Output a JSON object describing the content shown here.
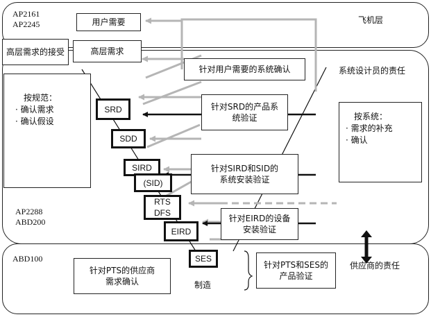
{
  "layers": {
    "aircraft": "飞机层",
    "system_designer": "系统设计员的责任",
    "supplier": "供应商的责任"
  },
  "standards": {
    "top": "AP2161\nAP2245",
    "middle": "AP2288\nABD200",
    "bottom": "ABD100"
  },
  "boxes": {
    "user_needs": "用户需要",
    "high_level_req": "高层需求",
    "high_level_accept": "高层需求的接受",
    "user_confirm": "针对用户需要的系统确认",
    "srd_verify": "针对SRD的产品系\n统验证",
    "sird_verify": "针对SIRD和SID的\n系统安装验证",
    "eird_verify": "针对EIRD的设备\n安装验证",
    "pts_confirm": "针对PTS的供应商\n需求确认",
    "pts_ses_verify": "针对PTS和SES的\n产品验证",
    "manufacture": "制造"
  },
  "documents": {
    "srd": "SRD",
    "sdd": "SDD",
    "sird": "SIRD",
    "sid": "(SID)",
    "rts_dfs": "RTS\nDFS",
    "eird": "EIRD",
    "ses": "SES"
  },
  "left_panel": {
    "title": "按规范：",
    "items": [
      "确认需求",
      "确认假设"
    ]
  },
  "right_panel": {
    "title": "按系统：",
    "items": [
      "需求的补充",
      "确认"
    ]
  },
  "colors": {
    "line": "#111111",
    "gray_arrow": "#b5b5b5"
  }
}
